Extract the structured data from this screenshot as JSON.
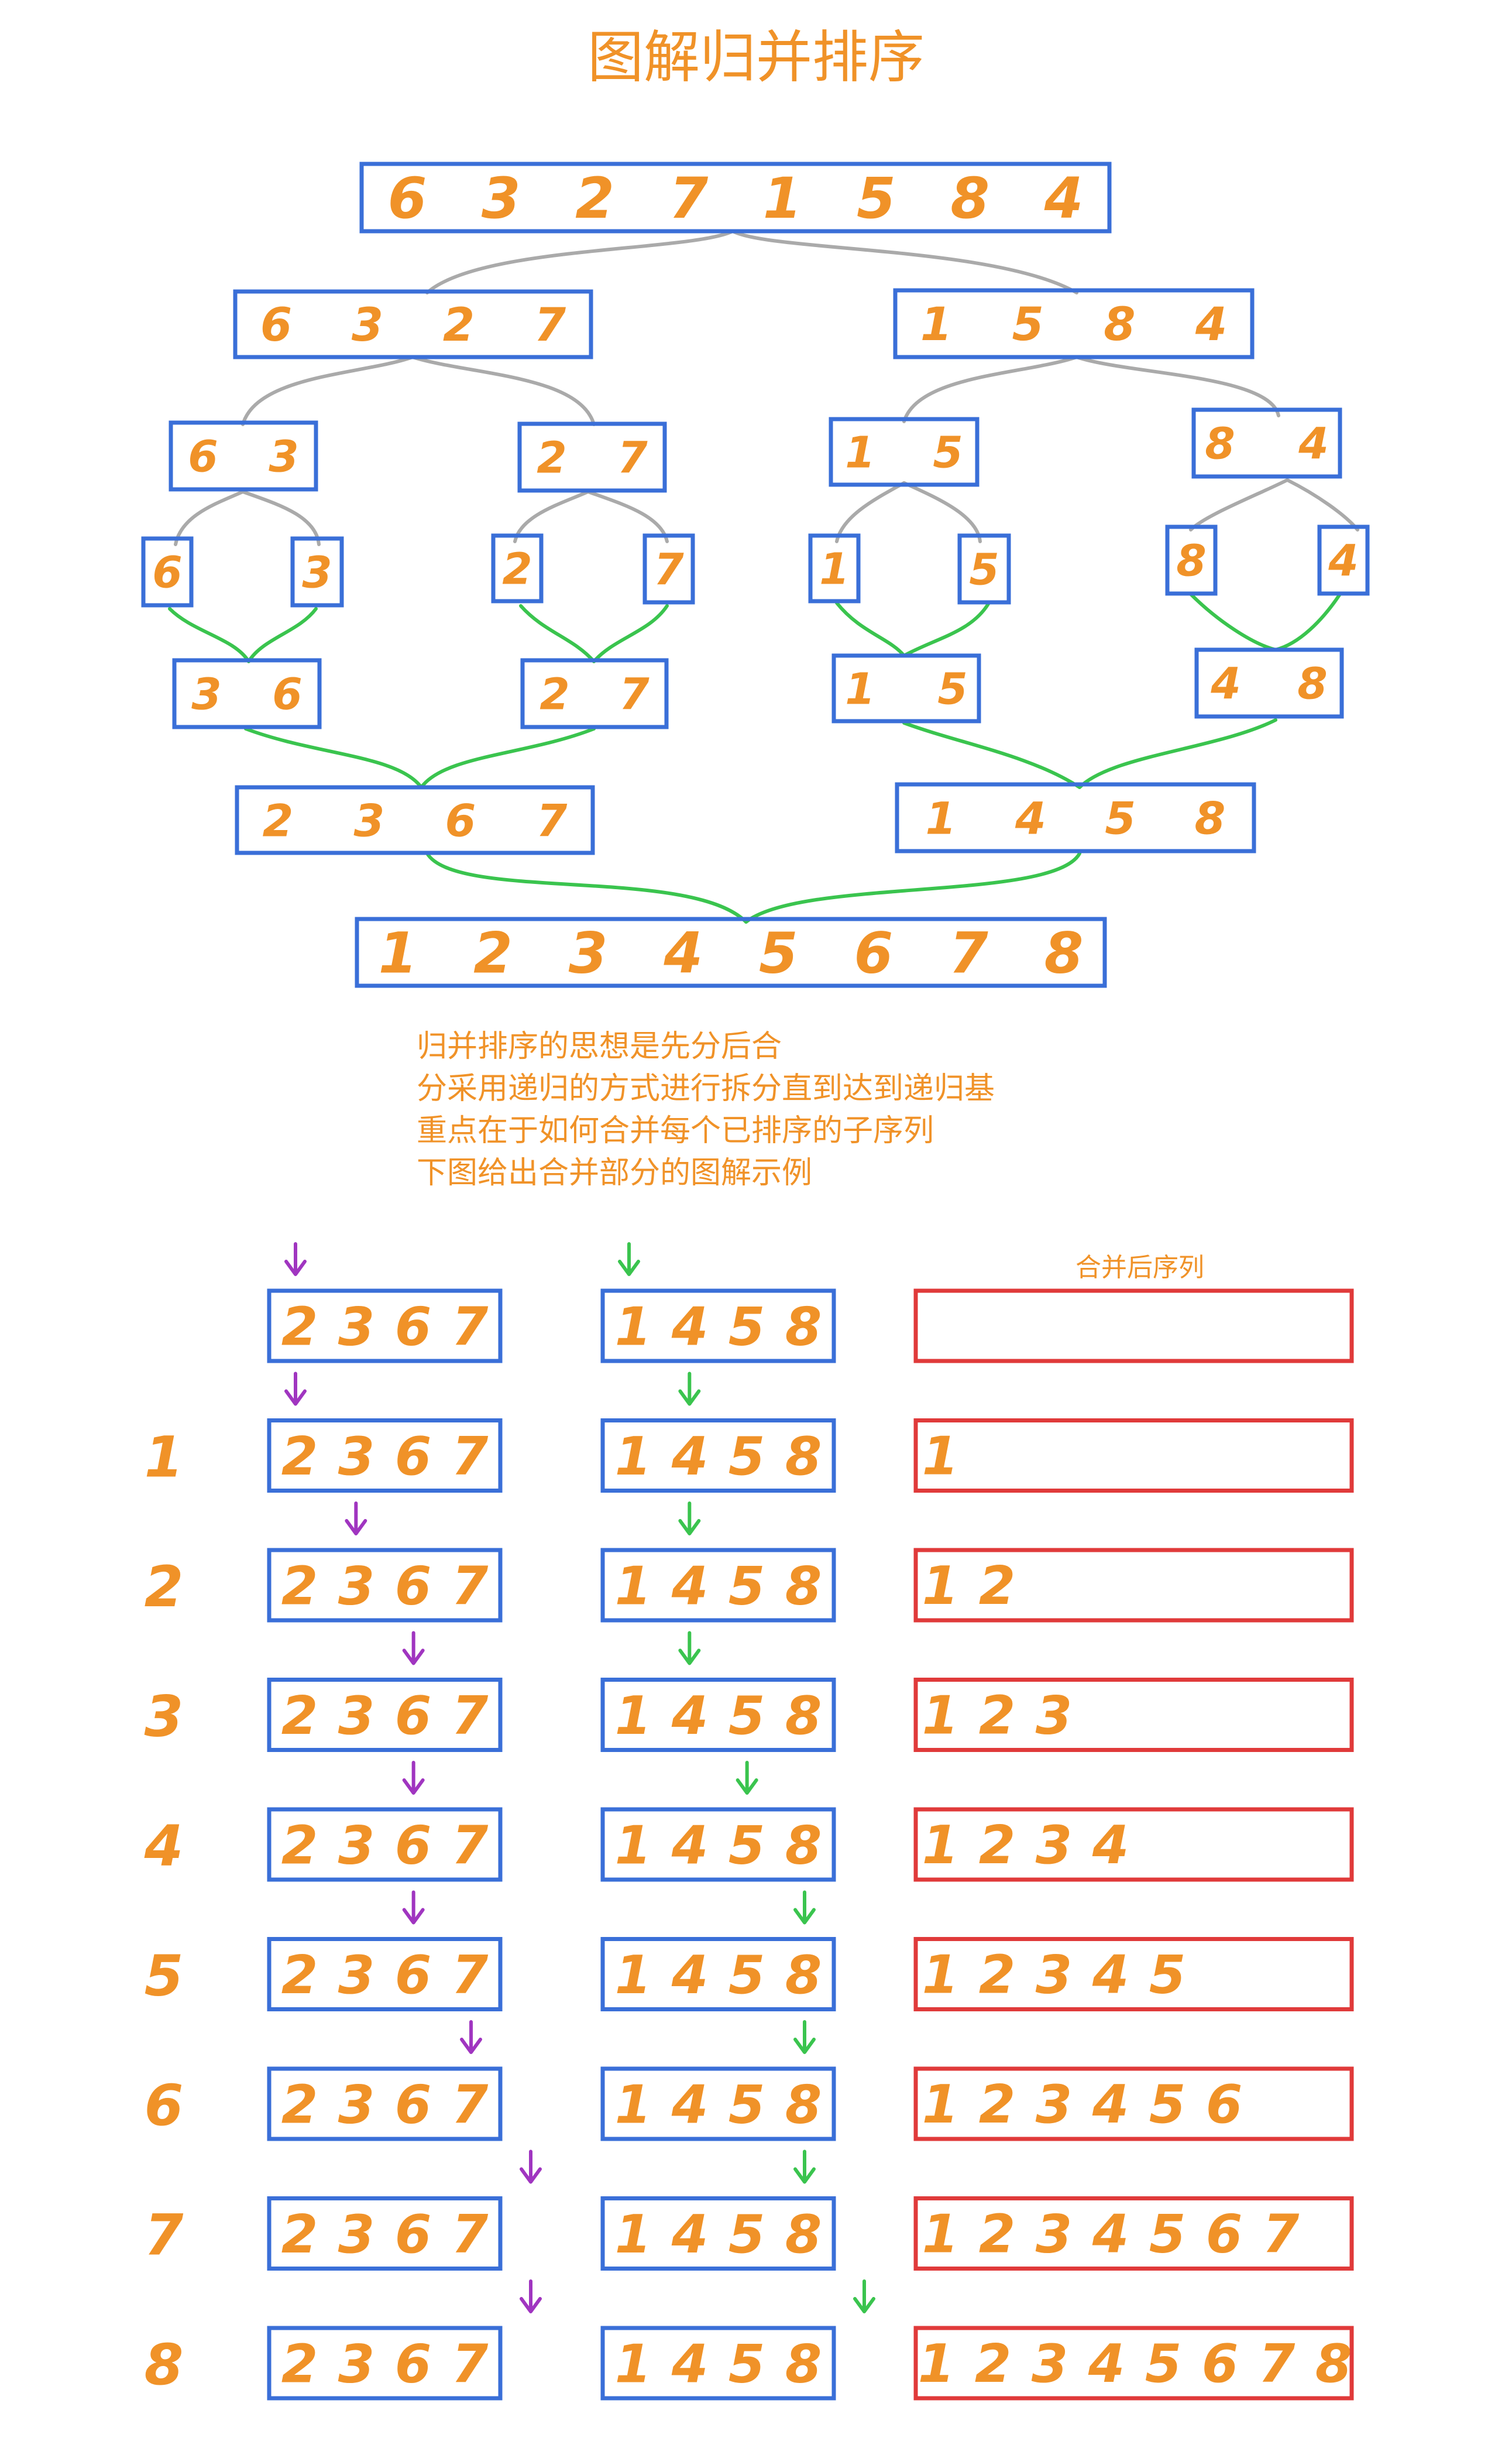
{
  "title": "图解归并排序",
  "colors": {
    "digit": "#f09228",
    "box": "#3a6fd8",
    "merged_box": "#e03a3a",
    "split_curve": "#aaaaaa",
    "merge_curve": "#3ac44e",
    "left_pointer": "#a035c0",
    "right_pointer": "#3ac44e",
    "text": "#f09228"
  },
  "tree": {
    "root": "6 3 2 7 1 5 8 4",
    "split_level_1": [
      "6 3 2 7",
      "1 5 8 4"
    ],
    "split_level_2": [
      "6 3",
      "2 7",
      "1 5",
      "8 4"
    ],
    "leaves": [
      "6",
      "3",
      "2",
      "7",
      "1",
      "5",
      "8",
      "4"
    ],
    "merge_level_1": [
      "3 6",
      "2 7",
      "1 5",
      "4 8"
    ],
    "merge_level_2": [
      "2 3 6 7",
      "1 4 5 8"
    ],
    "result": "1 2 3 4 5 6 7 8"
  },
  "description": [
    "归并排序的思想是先分后合",
    "分采用递归的方式进行拆分直到达到递归基",
    "重点在于如何合并每个已排序的子序列",
    "下图给出合并部分的图解示例"
  ],
  "merge_demo": {
    "merged_label": "合并后序列",
    "left_digits": [
      "2",
      "3",
      "6",
      "7"
    ],
    "right_digits": [
      "1",
      "4",
      "5",
      "8"
    ],
    "steps": [
      {
        "step": "",
        "left_ptr": 0,
        "right_ptr": 0,
        "merged": ""
      },
      {
        "step": "1",
        "left_ptr": 0,
        "right_ptr": 1,
        "merged": "1"
      },
      {
        "step": "2",
        "left_ptr": 1,
        "right_ptr": 1,
        "merged": "1 2"
      },
      {
        "step": "3",
        "left_ptr": 2,
        "right_ptr": 1,
        "merged": "1 2 3"
      },
      {
        "step": "4",
        "left_ptr": 2,
        "right_ptr": 2,
        "merged": "1 2 3 4"
      },
      {
        "step": "5",
        "left_ptr": 2,
        "right_ptr": 3,
        "merged": "1 2 3 4 5"
      },
      {
        "step": "6",
        "left_ptr": 3,
        "right_ptr": 3,
        "merged": "1 2 3 4 5 6"
      },
      {
        "step": "7",
        "left_ptr": 4,
        "right_ptr": 3,
        "merged": "1 2 3 4 5 6 7"
      },
      {
        "step": "8",
        "left_ptr": 4,
        "right_ptr": 4,
        "merged": "1 2 3 4 5 6 7 8"
      }
    ]
  }
}
